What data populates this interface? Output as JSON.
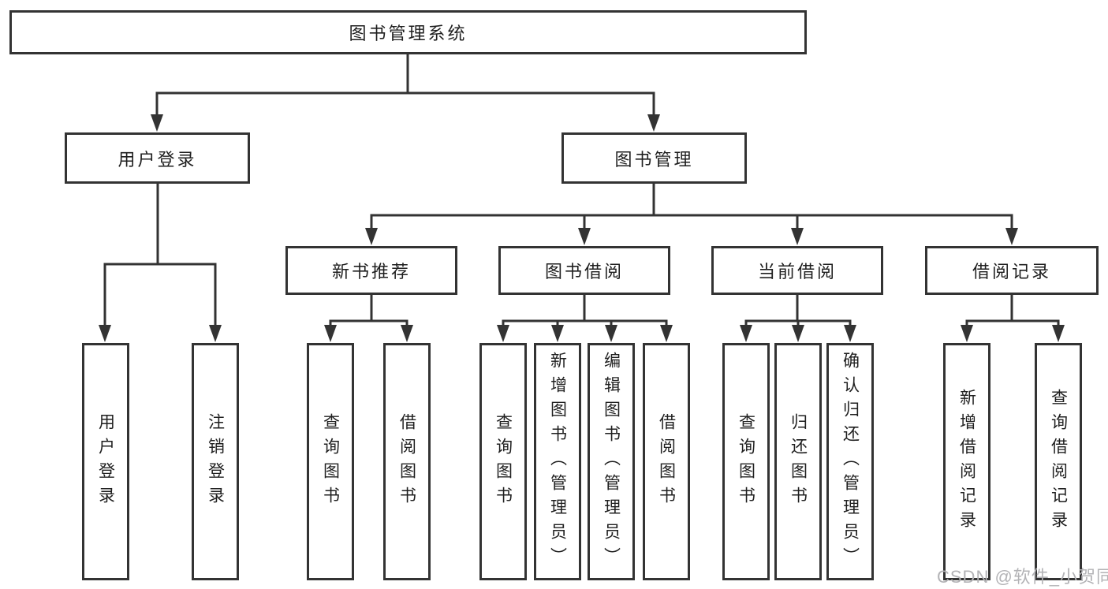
{
  "diagram": {
    "root": "图书管理系统",
    "level2": [
      "用户登录",
      "图书管理"
    ],
    "level3": [
      "新书推荐",
      "图书借阅",
      "当前借阅",
      "借阅记录"
    ],
    "login_children": [
      "用户登录",
      "注销登录"
    ],
    "recommend_children": [
      "查询图书",
      "借阅图书"
    ],
    "borrow_children": [
      "查询图书",
      "新增图书（管理员）",
      "编辑图书（管理员）",
      "借阅图书"
    ],
    "current_children": [
      "查询图书",
      "归还图书",
      "确认归还（管理员）"
    ],
    "records_children": [
      "新增借阅记录",
      "查询借阅记录"
    ]
  },
  "watermark": "CSDN @软件_小贺同学",
  "colors": {
    "line": "#333333",
    "box_border": "#333333",
    "text": "#1f1f1f",
    "background": "#ffffff",
    "watermark": "#b3b3b6"
  }
}
